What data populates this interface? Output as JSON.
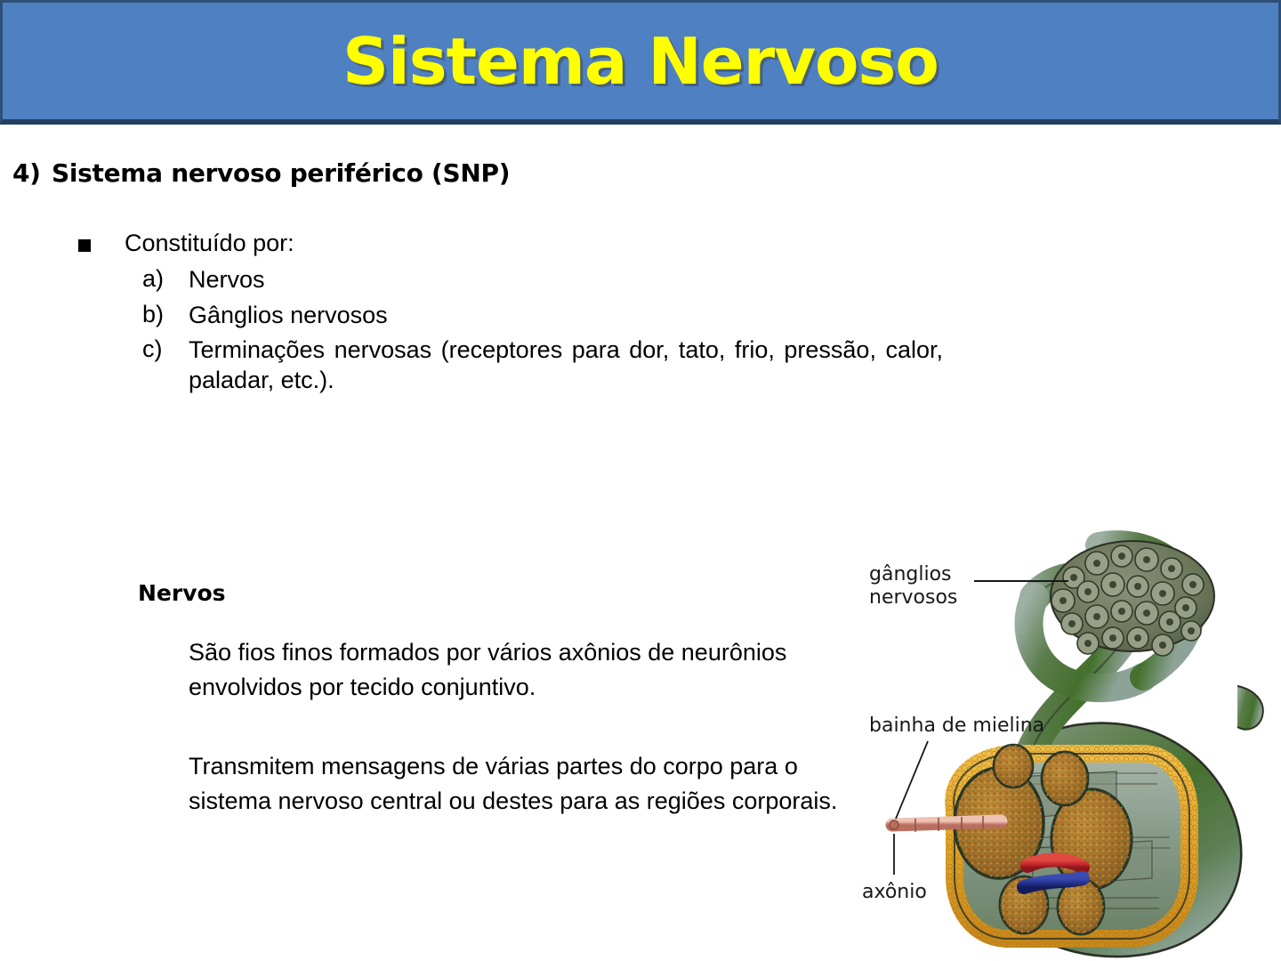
{
  "slide": {
    "title": "Sistema Nervoso",
    "title_color": "#FFFF00",
    "banner_color": "#4F80C2",
    "banner_border_color": "#23405F",
    "background_color": "#FFFFFF"
  },
  "heading": {
    "number": "4)",
    "label": "Sistema nervoso periférico (SNP)"
  },
  "bullet": {
    "marker": "square-bullet",
    "text": "Constituído por:"
  },
  "alpha_list": [
    {
      "marker": "a)",
      "text": "Nervos"
    },
    {
      "marker": "b)",
      "text": "Gânglios nervosos"
    },
    {
      "marker": "c)",
      "text": "Terminações nervosas (receptores para dor, tato, frio, pressão, calor, paladar, etc.)."
    }
  ],
  "section": {
    "heading": "Nervos",
    "paragraphs": [
      "São fios finos formados por vários axônios de neurônios envolvidos por tecido conjuntivo.",
      "Transmitem mensagens de várias partes do corpo para o sistema nervoso central ou destes para as regiões corporais."
    ]
  },
  "illustration": {
    "name": "nerve-anatomy-diagram",
    "labels": {
      "ganglios_line1": "gânglios",
      "ganglios_line2": "nervosos",
      "bainha": "bainha de mielina",
      "axonio": "axônio"
    },
    "colors": {
      "nerve_green": "#4E7340",
      "nerve_highlight": "#9FB3A8",
      "nerve_outline": "#2b2f26",
      "ganglion_fill": "#6E7A5C",
      "epineurium_orange": "#E0A32A",
      "fascicle_fill": "#B07A2E",
      "artery_red": "#C0262B",
      "vein_blue": "#21318A",
      "axon_pink": "#D99A8B"
    }
  }
}
